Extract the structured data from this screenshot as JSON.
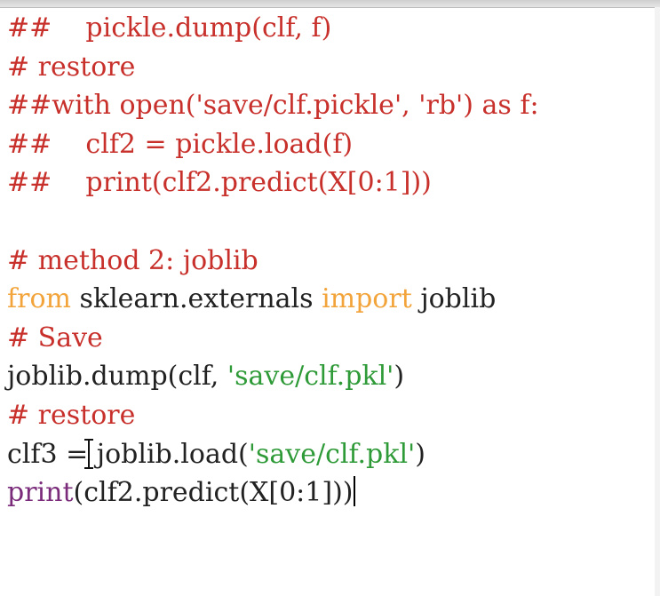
{
  "code": {
    "lines": [
      [
        {
          "c": "comment",
          "t": "##    pickle.dump(clf, f)"
        }
      ],
      [
        {
          "c": "comment",
          "t": "# restore"
        }
      ],
      [
        {
          "c": "comment",
          "t": "##with open('save/clf.pickle', 'rb') as f:"
        }
      ],
      [
        {
          "c": "comment",
          "t": "##    clf2 = pickle.load(f)"
        }
      ],
      [
        {
          "c": "comment",
          "t": "##    print(clf2.predict(X[0:1]))"
        }
      ],
      [],
      [
        {
          "c": "comment",
          "t": "# method 2: joblib"
        }
      ],
      [
        {
          "c": "keyword",
          "t": "from"
        },
        {
          "c": "plain",
          "t": " sklearn.externals "
        },
        {
          "c": "keyword",
          "t": "import"
        },
        {
          "c": "plain",
          "t": " joblib"
        }
      ],
      [
        {
          "c": "comment",
          "t": "# Save"
        }
      ],
      [
        {
          "c": "plain",
          "t": "joblib.dump(clf, "
        },
        {
          "c": "string",
          "t": "'save/clf.pkl'"
        },
        {
          "c": "plain",
          "t": ")"
        }
      ],
      [
        {
          "c": "comment",
          "t": "# restore"
        }
      ],
      [
        {
          "c": "plain",
          "t": "clf3 = joblib.load("
        },
        {
          "c": "string",
          "t": "'save/clf.pkl'"
        },
        {
          "c": "plain",
          "t": ")"
        }
      ],
      [
        {
          "c": "builtin",
          "t": "print"
        },
        {
          "c": "plain",
          "t": "(clf2.predict(X[0:1]))"
        }
      ]
    ],
    "cursor_line": 12
  },
  "colors": {
    "comment": "#c8302b",
    "keyword": "#f2a43a",
    "string": "#2f9a38",
    "builtin": "#7a2c7a",
    "plain": "#222222",
    "background": "#ffffff"
  },
  "icons": {
    "mouse_pointer": "ibeam-cursor-icon"
  }
}
